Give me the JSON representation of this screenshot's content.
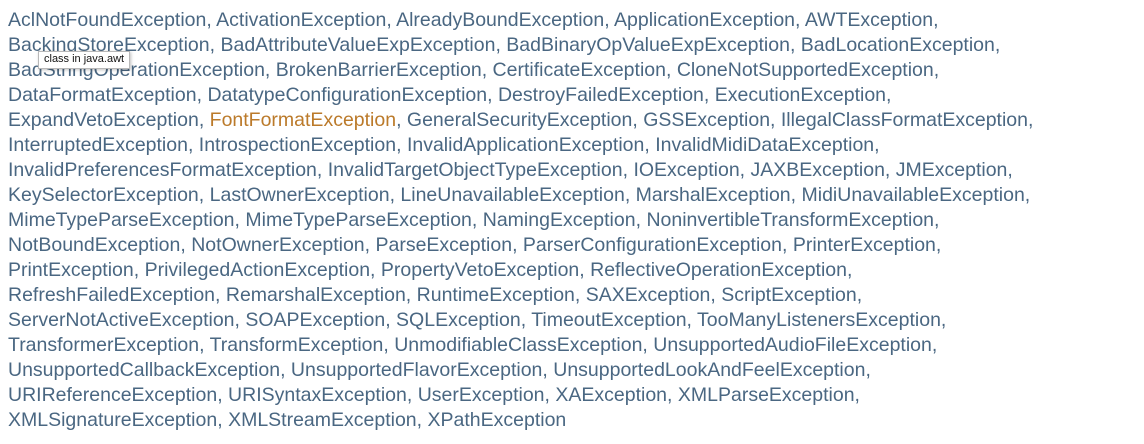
{
  "colors": {
    "link": "#4a6782",
    "link_hover": "#bb7a2a",
    "background": "#ffffff"
  },
  "separator": ", ",
  "hovered_item": "FontFormatException",
  "tooltip": {
    "text": "class in java.awt"
  },
  "lines": [
    [
      "AclNotFoundException",
      "ActivationException",
      "AlreadyBoundException",
      "ApplicationException",
      "AWTException"
    ],
    [
      "BackingStoreException",
      "BadAttributeValueExpException",
      "BadBinaryOpValueExpException",
      "BadLocationException"
    ],
    [
      "BadStringOperationException",
      "BrokenBarrierException",
      "CertificateException",
      "CloneNotSupportedException"
    ],
    [
      "DataFormatException",
      "DatatypeConfigurationException",
      "DestroyFailedException",
      "ExecutionException"
    ],
    [
      "ExpandVetoException",
      "FontFormatException",
      "GeneralSecurityException",
      "GSSException",
      "IllegalClassFormatException"
    ],
    [
      "InterruptedException",
      "IntrospectionException",
      "InvalidApplicationException",
      "InvalidMidiDataException"
    ],
    [
      "InvalidPreferencesFormatException",
      "InvalidTargetObjectTypeException",
      "IOException",
      "JAXBException",
      "JMException"
    ],
    [
      "KeySelectorException",
      "LastOwnerException",
      "LineUnavailableException",
      "MarshalException",
      "MidiUnavailableException"
    ],
    [
      "MimeTypeParseException",
      "MimeTypeParseException",
      "NamingException",
      "NoninvertibleTransformException"
    ],
    [
      "NotBoundException",
      "NotOwnerException",
      "ParseException",
      "ParserConfigurationException",
      "PrinterException"
    ],
    [
      "PrintException",
      "PrivilegedActionException",
      "PropertyVetoException",
      "ReflectiveOperationException"
    ],
    [
      "RefreshFailedException",
      "RemarshalException",
      "RuntimeException",
      "SAXException",
      "ScriptException"
    ],
    [
      "ServerNotActiveException",
      "SOAPException",
      "SQLException",
      "TimeoutException",
      "TooManyListenersException"
    ],
    [
      "TransformerException",
      "TransformException",
      "UnmodifiableClassException",
      "UnsupportedAudioFileException"
    ],
    [
      "UnsupportedCallbackException",
      "UnsupportedFlavorException",
      "UnsupportedLookAndFeelException"
    ],
    [
      "URIReferenceException",
      "URISyntaxException",
      "UserException",
      "XAException",
      "XMLParseException"
    ],
    [
      "XMLSignatureException",
      "XMLStreamException",
      "XPathException"
    ]
  ]
}
